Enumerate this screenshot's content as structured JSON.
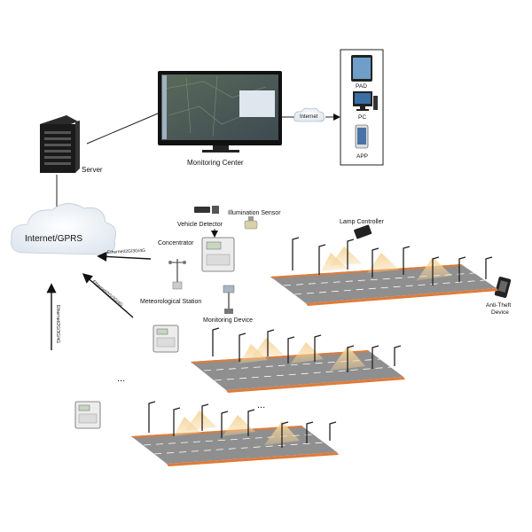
{
  "labels": {
    "server": "Server",
    "monitoring_center": "Monitoring Center",
    "internet": "Internet",
    "pad": "PAD",
    "pc": "PC",
    "app": "APP",
    "internet_gprs": "Internet/GPRS",
    "vehicle_detector": "Vehicle Detector",
    "illumination_sensor": "Illumination Sensor",
    "lamp_controller": "Lamp Controller",
    "concentrator": "Concentrator",
    "meteorological_station": "Meteorological Station",
    "monitoring_device": "Monitoring Device",
    "anti_theft_line1": "Anti-Theft",
    "anti_theft_line2": "Device",
    "link_label": "Ethernet/2G/3G/4G",
    "ellipsis": "..."
  },
  "colors": {
    "road": "#8f8f8f",
    "road_edge": "#e07b39",
    "lane_mark": "#ffffff",
    "light_beam": "#f3c785",
    "cloud": "#e8eef4",
    "pole": "#222222"
  }
}
